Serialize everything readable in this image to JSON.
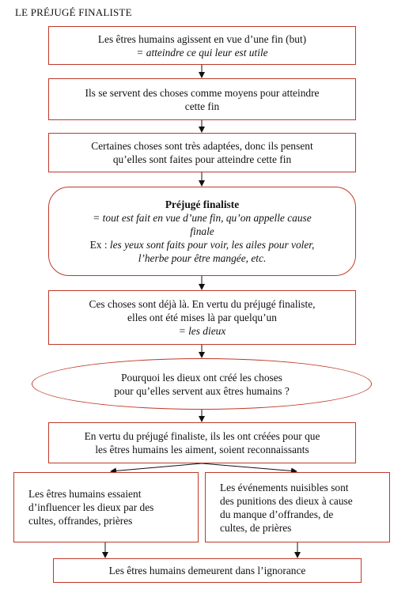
{
  "title": "LE PRÉJUGÉ FINALISTE",
  "boxes": {
    "b1": {
      "line1": "Les êtres humains agissent en vue d’une fin (but)",
      "line2": "= atteindre ce qui leur est utile"
    },
    "b2": {
      "line1": "Ils se servent des choses comme moyens pour atteindre",
      "line2": "cette fin"
    },
    "b3": {
      "line1": "Certaines choses sont très adaptées, donc ils pensent",
      "line2": "qu’elles sont faites pour atteindre cette fin"
    },
    "b4": {
      "heading": "Préjugé finaliste",
      "def1": "= tout est fait en vue d’une fin, qu’on appelle cause",
      "def2": "finale",
      "ex_prefix": "Ex : ",
      "ex1": "les yeux sont faits pour voir, les ailes pour voler,",
      "ex2": "l’herbe pour être mangée, etc."
    },
    "b5": {
      "line1": "Ces choses sont déjà là. En vertu du préjugé finaliste,",
      "line2": "elles ont été mises là par quelqu’un",
      "line3": "= les dieux"
    },
    "b6": {
      "line1": "Pourquoi les dieux ont créé les choses",
      "line2": "pour qu’elles servent aux êtres humains ?"
    },
    "b7": {
      "line1": "En vertu du préjugé finaliste, ils les ont créées pour que",
      "line2": "les êtres humains les aiment, soient reconnaissants"
    },
    "b8": {
      "line1": "Les êtres humains essaient",
      "line2": "d’influencer les dieux par des",
      "line3": "cultes, offrandes, prières"
    },
    "b9": {
      "line1": "Les événements nuisibles sont",
      "line2": "des punitions des dieux à cause",
      "line3": "du manque d’offrandes, de",
      "line4": "cultes, de prières"
    },
    "b10": {
      "line1": "Les êtres humains demeurent dans l’ignorance"
    }
  },
  "colors": {
    "border": "#c0392b",
    "arrow": "#111111"
  }
}
